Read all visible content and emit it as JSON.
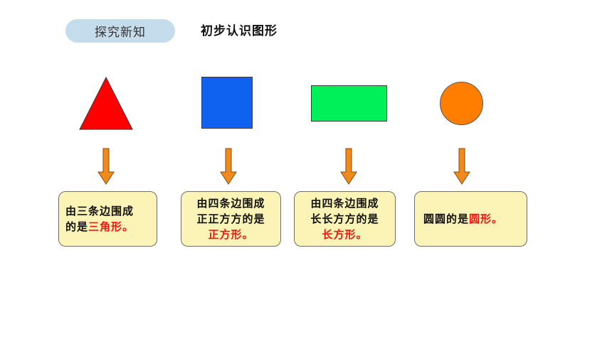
{
  "header": {
    "pill_label": "探究新知",
    "title": "初步认识图形"
  },
  "colors": {
    "pill_bg": "#c5dced",
    "triangle": "#ff0000",
    "square": "#0f62f0",
    "rectangle": "#00f05a",
    "circle": "#ff7e00",
    "arrow": "#f08a1c",
    "box_bg": "#fbf4b6",
    "highlight": "#ff1010"
  },
  "cards": [
    {
      "shape": "triangle",
      "line1": "由三条边围成",
      "line2_prefix": "的是",
      "line2_highlight": "三角形。"
    },
    {
      "shape": "square",
      "line1": "由四条边围成",
      "line2": "正正方方的是",
      "line3_highlight": "正方形。"
    },
    {
      "shape": "rectangle",
      "line1": "由四条边围成",
      "line2": "长长方方的是",
      "line3_highlight": "长方形。"
    },
    {
      "shape": "circle",
      "line1_prefix": "圆圆的是",
      "line1_highlight": "圆形。"
    }
  ]
}
